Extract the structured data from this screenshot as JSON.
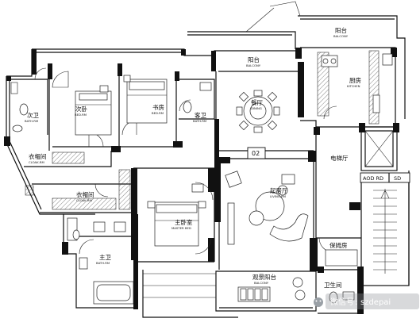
{
  "rooms": [
    {
      "id": "balcony-top",
      "zh": "阳台",
      "en": "BALCONY"
    },
    {
      "id": "balcony-mid",
      "zh": "阳台",
      "en": "BALCONY"
    },
    {
      "id": "kitchen",
      "zh": "厨房",
      "en": "KITCHEN"
    },
    {
      "id": "bedroom-second",
      "zh": "次卧",
      "en": "BED.RM"
    },
    {
      "id": "study",
      "zh": "书房",
      "en": "BED.RM"
    },
    {
      "id": "guest-bath",
      "zh": "客卫",
      "en": "BATH.RM"
    },
    {
      "id": "dining",
      "zh": "餐厅",
      "en": "DINING"
    },
    {
      "id": "bath-second",
      "zh": "次卫",
      "en": "BATH.RM"
    },
    {
      "id": "cloak-upper",
      "zh": "衣帽间",
      "en": "CLOAK.RM"
    },
    {
      "id": "cloak-lower",
      "zh": "衣帽间",
      "en": "CLOAK.RM"
    },
    {
      "id": "elevator-hall",
      "zh": "电梯厅",
      "en": ""
    },
    {
      "id": "living",
      "zh": "起居厅",
      "en": "LIVING.RM"
    },
    {
      "id": "master-bed",
      "zh": "主卧室",
      "en": "MASTER BED"
    },
    {
      "id": "master-bath",
      "zh": "主卫",
      "en": "BATH.RM"
    },
    {
      "id": "nanny",
      "zh": "保姆房",
      "en": ""
    },
    {
      "id": "view-balcony",
      "zh": "观景阳台",
      "en": "BALCONY"
    },
    {
      "id": "bath-small",
      "zh": "卫生间",
      "en": ""
    }
  ],
  "unit_tag": "02",
  "shaft_labels": {
    "aod": "AOD RD",
    "sd": "SD"
  },
  "watermark": {
    "prefix": "微信号",
    "account": "szdepai"
  },
  "icons": {
    "watermark": "wechat-logo-icon"
  }
}
